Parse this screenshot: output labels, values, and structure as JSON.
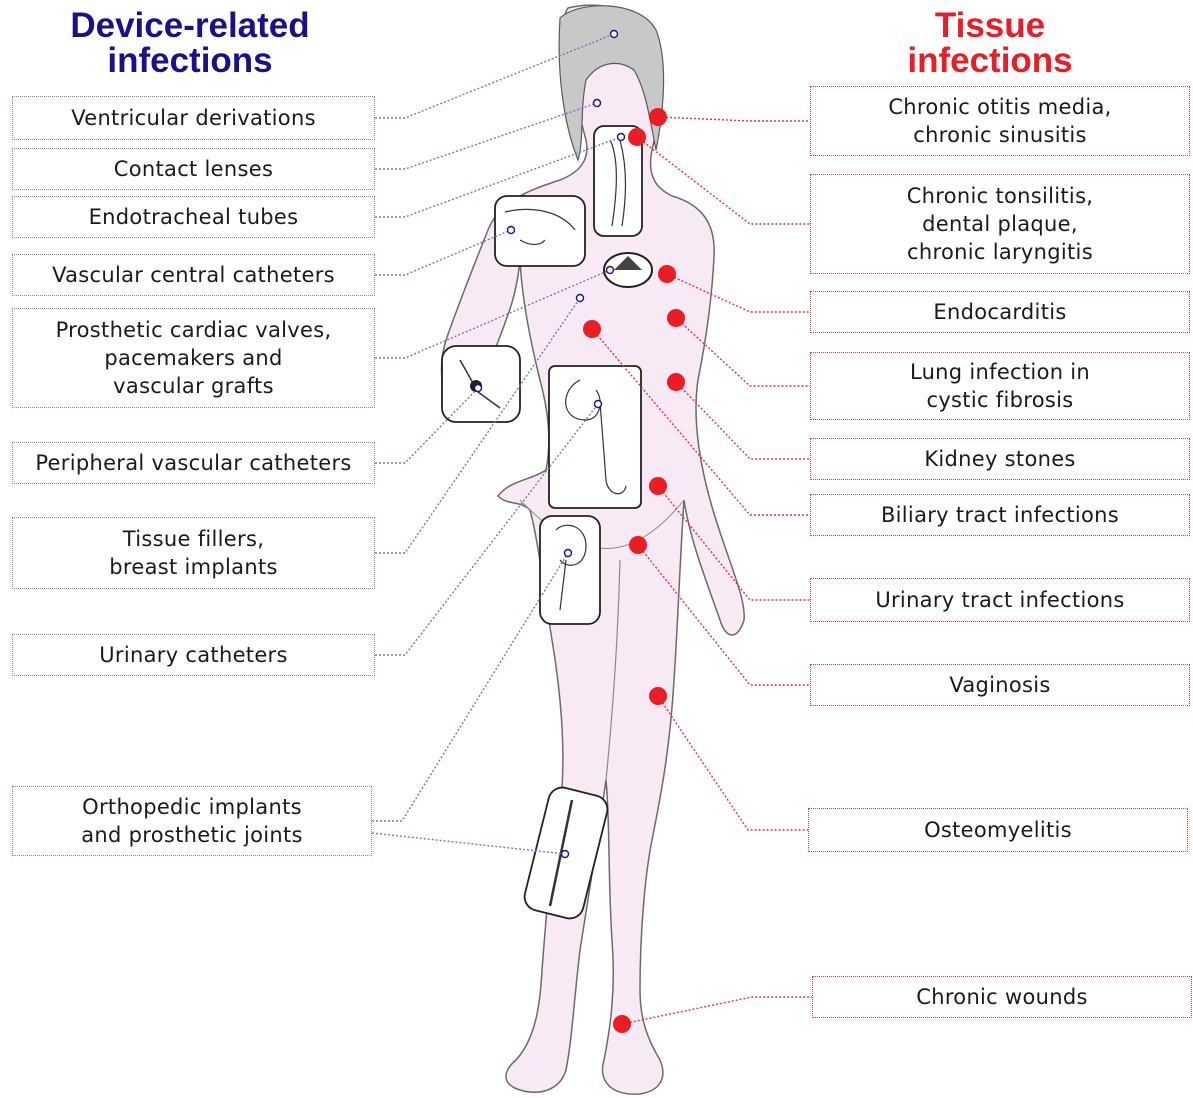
{
  "headings": {
    "device": [
      "Device-related",
      "infections"
    ],
    "tissue": [
      "Tissue",
      "infections"
    ]
  },
  "device_labels": [
    "Ventricular derivations",
    "Contact lenses",
    "Endotracheal tubes",
    "Vascular central catheters",
    "Prosthetic cardiac valves,\npacemakers and\nvascular grafts",
    "Peripheral vascular catheters",
    "Tissue fillers,\nbreast implants",
    "Urinary catheters",
    "Orthopedic implants\nand prosthetic joints"
  ],
  "tissue_labels": [
    "Chronic otitis media,\nchronic sinusitis",
    "Chronic tonsilitis,\ndental plaque,\nchronic laryngitis",
    "Endocarditis",
    "Lung infection in\ncystic fibrosis",
    "Kidney stones",
    "Biliary tract infections",
    "Urinary tract infections",
    "Vaginosis",
    "Osteomyelitis",
    "Chronic wounds"
  ],
  "colors": {
    "device": "#1b0f8f",
    "tissue": "#ec1c24",
    "device_line": "#6f7cb5",
    "tissue_line": "#e4363b",
    "body_fill": "#f7eaf4",
    "body_outline": "#6b6b6b"
  }
}
